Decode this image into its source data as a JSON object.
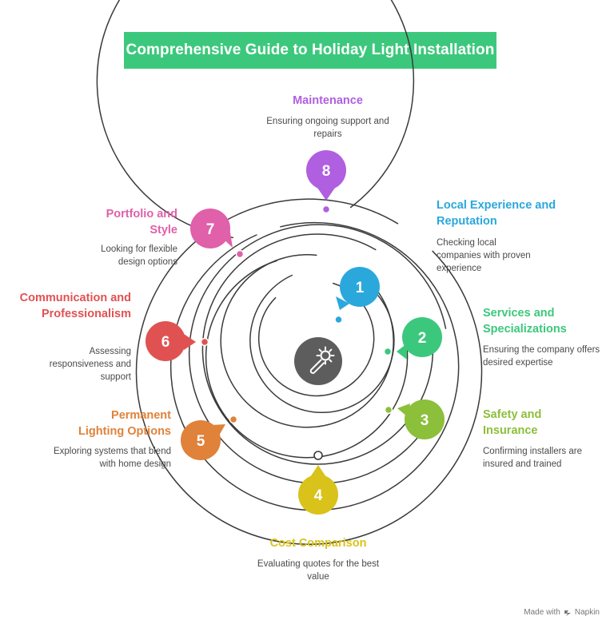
{
  "title": "Comprehensive Guide to Holiday Light Installation",
  "center_icon": "gear-wrench-icon",
  "steps": [
    {
      "number": "1",
      "label": "Local Experience and Reputation",
      "description": "Checking local companies with proven experience",
      "color": "#2aa8dc"
    },
    {
      "number": "2",
      "label": "Services and Specializations",
      "description": "Ensuring the company offers desired expertise",
      "color": "#3cc87c"
    },
    {
      "number": "3",
      "label": "Safety and Insurance",
      "description": "Confirming installers are insured and trained",
      "color": "#8cbf3a"
    },
    {
      "number": "4",
      "label": "Cost Comparison",
      "description": "Evaluating quotes for the best value",
      "color": "#d9c21a"
    },
    {
      "number": "5",
      "label": "Permanent Lighting Options",
      "description": "Exploring systems that blend with home design",
      "color": "#e0823a"
    },
    {
      "number": "6",
      "label": "Communication and Professionalism",
      "description": "Assessing responsiveness and support",
      "color": "#e05252"
    },
    {
      "number": "7",
      "label": "Portfolio and Style",
      "description": "Looking for flexible design options",
      "color": "#e060aa"
    },
    {
      "number": "8",
      "label": "Maintenance",
      "description": "Ensuring ongoing support and repairs",
      "color": "#b05fe0"
    }
  ],
  "footer": {
    "made_with": "Made with",
    "brand": "Napkin"
  }
}
